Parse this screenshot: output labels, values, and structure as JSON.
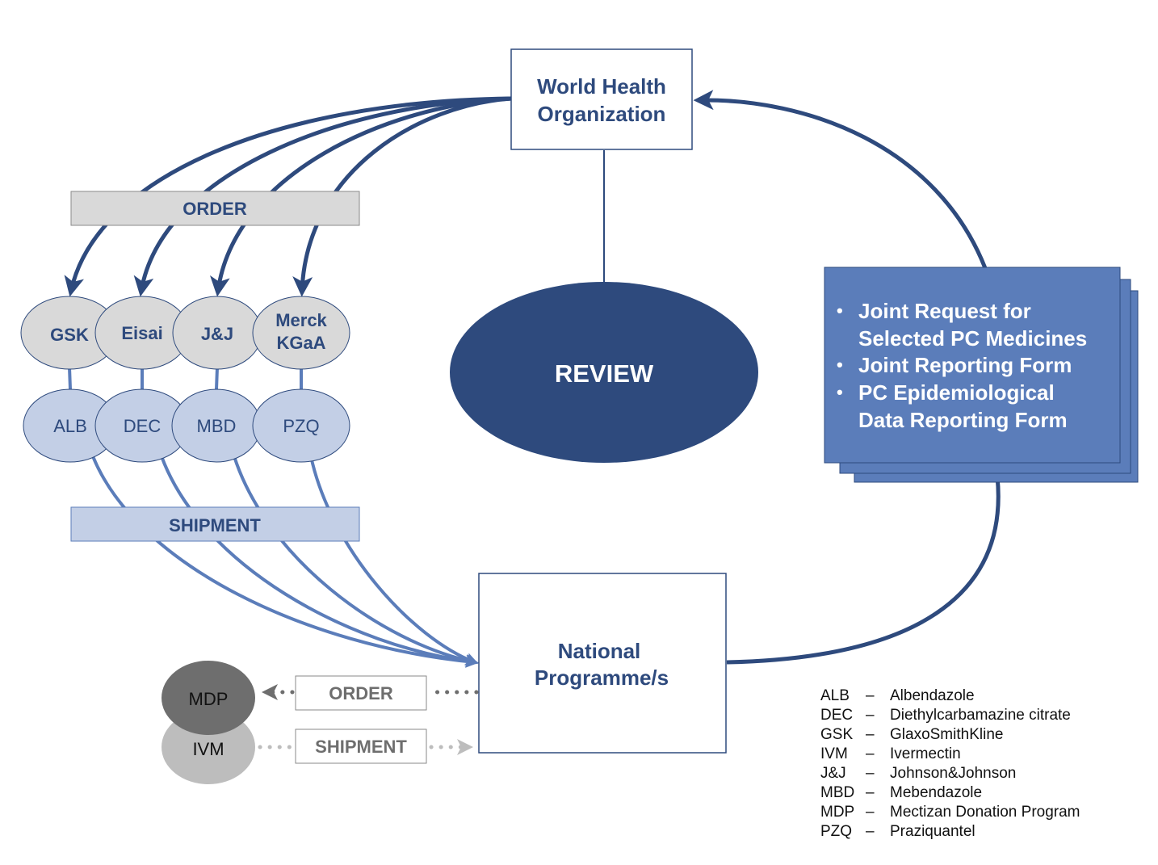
{
  "nodes": {
    "who": [
      "World Health",
      "Organization"
    ],
    "national": [
      "National",
      "Programme/s"
    ],
    "review": "REVIEW"
  },
  "labels": {
    "order": "ORDER",
    "shipment": "SHIPMENT",
    "mdp_order": "ORDER",
    "mdp_shipment": "SHIPMENT"
  },
  "companies": [
    {
      "name": [
        "GSK"
      ]
    },
    {
      "name": [
        "Eisai"
      ]
    },
    {
      "name": [
        "J&J"
      ]
    },
    {
      "name": [
        "Merck",
        "KGaA"
      ]
    }
  ],
  "medicines": [
    "ALB",
    "DEC",
    "MBD",
    "PZQ"
  ],
  "mdp": {
    "top": "MDP",
    "bottom": "IVM"
  },
  "forms": [
    [
      "Joint Request for",
      "Selected PC Medicines"
    ],
    [
      "Joint Reporting Form"
    ],
    [
      "PC Epidemiological",
      "Data Reporting Form"
    ]
  ],
  "legend": [
    {
      "abbr": "ALB",
      "dash": "–",
      "full": "Albendazole"
    },
    {
      "abbr": "DEC",
      "dash": "–",
      "full": "Diethylcarbamazine citrate"
    },
    {
      "abbr": "GSK",
      "dash": "–",
      "full": "GlaxoSmithKline"
    },
    {
      "abbr": "IVM",
      "dash": "–",
      "full": "Ivermectin"
    },
    {
      "abbr": "J&J",
      "dash": "–",
      "full": "Johnson&Johnson"
    },
    {
      "abbr": "MBD",
      "dash": "–",
      "full": "Mebendazole"
    },
    {
      "abbr": "MDP",
      "dash": "–",
      "full": "Mectizan Donation Program"
    },
    {
      "abbr": "PZQ",
      "dash": "–",
      "full": "Praziquantel"
    }
  ],
  "colors": {
    "navy": "#2e4a7d",
    "medium_blue": "#5b7dba",
    "light_blue": "#c3cfe6",
    "light_gray": "#d9d9d9",
    "dark_gray": "#6e6e6e",
    "mid_gray": "#bdbdbd"
  }
}
